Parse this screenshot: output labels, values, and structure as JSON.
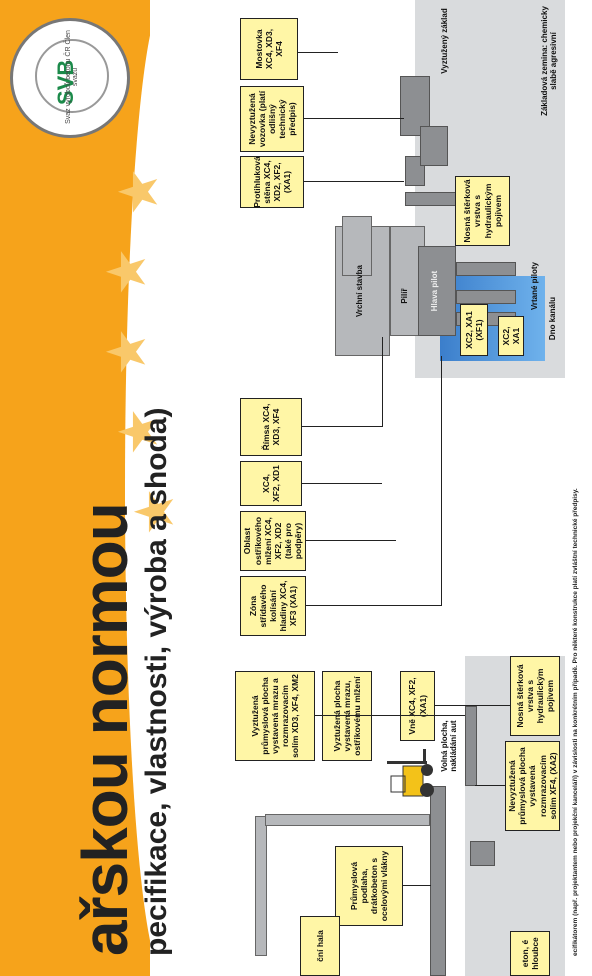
{
  "header": {
    "title": "ařskou normou",
    "subtitle": "pecifikace, vlastnosti, výroba a shoda)"
  },
  "logo": {
    "mark": "SVB",
    "ring_text": "Svaz výrobců betonu ČR Člen svazu"
  },
  "bridge": {
    "boxes": [
      "Mostovka XC4, XD3, XF4",
      "Nevyztužená vozovka (platí odlišný technický předpis)",
      "Protihluková stěna XC4, XD2, XF2, (XA1)",
      "Římsa XC4, XD3, XF4",
      "XC4, XF2, XD1",
      "Oblast ostřikového mlžení XC4, XF2, XD2 (také pro podpěry)",
      "Zóna střídavého kolísání hladiny XC4, XF3 (XA1)",
      "Nosná štěrková vrstva s hydraulickým pojivem",
      "XC2, XA1 (XF1)",
      "XC2, XA1"
    ],
    "labels": {
      "vrchni_stavba": "Vrchní stavba",
      "pilir": "Pilíř",
      "hlava_pilot": "Hlava pilot",
      "vrtane_piloty": "Vrtané piloty",
      "dno_kanalu": "Dno kanálu",
      "vyztuzeny_zaklad": "Vyztužený základ",
      "zakladova_zemina": "Základová zemina: chemicky slabě agresivní"
    }
  },
  "building": {
    "boxes": [
      "Vyztužená průmyslová plocha vystavená mrazu a rozmrazovacím solím XD3, XF4, XM2",
      "Vyztužená plocha vystavená mrazu, ostřikovému mlžení",
      "Vně XC4, XF2, (XA1)",
      "Nosná štěrková vrstva s hydraulickým pojivem",
      "Nevyztužená průmyslová plocha vystavená rozmrazovacím solím XF4, (XA2)",
      "Průmyslová podlaha, drátkobeton s ocelovými vlákny",
      "ční hala",
      "eton, é hloubce"
    ],
    "labels": {
      "volna_plocha": "Volná plocha, nakládání aut"
    }
  },
  "footnote": "ecifikátorem (např. projektantem nebo projekční kanceláří) v závislosti na konkrétním případě. Pro některé konstrukce platí zvláštní technické předpisy.",
  "colors": {
    "banner": "#f6a31b",
    "label_box": "#fff6a6",
    "concrete": "#8d8f92",
    "water": "#3b7ecb"
  }
}
